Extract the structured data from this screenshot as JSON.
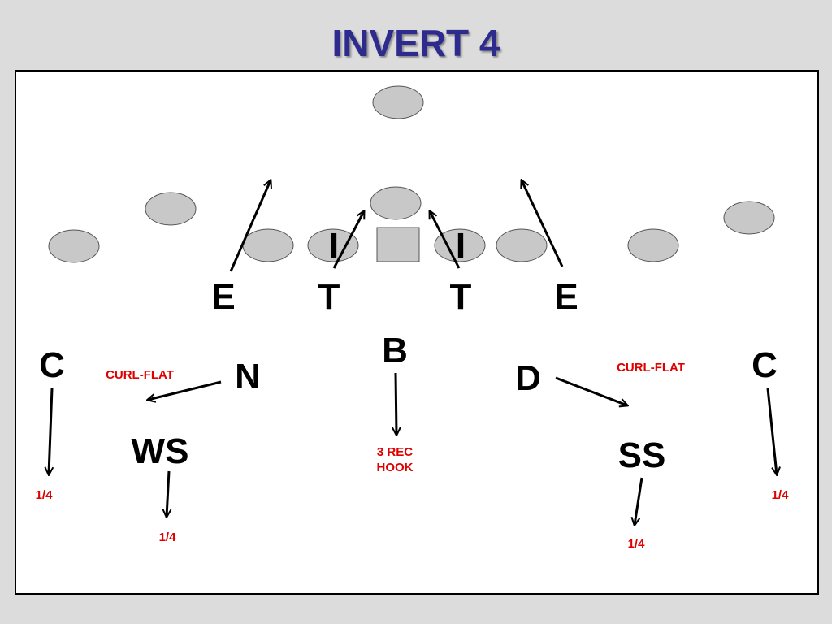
{
  "title": "INVERT 4",
  "colors": {
    "title": "#2e2b8f",
    "note": "#e00000",
    "player_fill": "#c8c8c8",
    "line": "#000000"
  },
  "offense": {
    "center_shape": "square",
    "player_shape": "ellipse"
  },
  "defense": {
    "end_left": "E",
    "tackle_left": "T",
    "tackle_right": "T",
    "end_right": "E",
    "gap_left": "I",
    "gap_right": "I",
    "backer": "B",
    "nickel": "N",
    "dime": "D",
    "corner_left": "C",
    "corner_right": "C",
    "weak_safety": "WS",
    "strong_safety": "SS"
  },
  "assignments": {
    "n_curl_flat": "CURL-FLAT",
    "d_curl_flat": "CURL-FLAT",
    "b_hook_line1": "3 REC",
    "b_hook_line2": "HOOK",
    "corner_left_quarter": "1/4",
    "corner_right_quarter": "1/4",
    "ws_quarter": "1/4",
    "ss_quarter": "1/4"
  }
}
